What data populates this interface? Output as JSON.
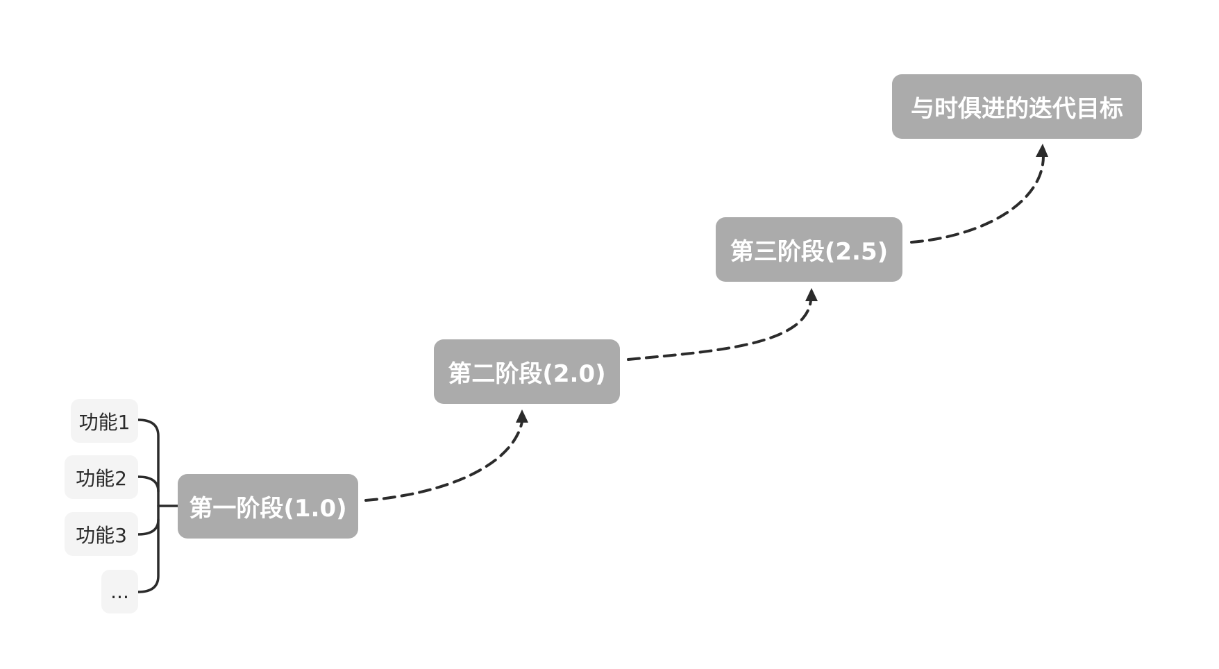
{
  "stages": [
    {
      "id": "stage-1",
      "label": "第一阶段(1.0)"
    },
    {
      "id": "stage-2",
      "label": "第二阶段(2.0)"
    },
    {
      "id": "stage-3",
      "label": "第三阶段(2.5)"
    },
    {
      "id": "goal",
      "label": "与时俱进的迭代目标"
    }
  ],
  "features": [
    {
      "label": "功能1"
    },
    {
      "label": "功能2"
    },
    {
      "label": "功能3"
    },
    {
      "label": "..."
    }
  ],
  "colors": {
    "stage_fill": "#ababab",
    "stage_text": "#ffffff",
    "feature_fill": "#f4f4f4",
    "feature_text": "#2a2a2a",
    "connector": "#2b2b2b"
  }
}
